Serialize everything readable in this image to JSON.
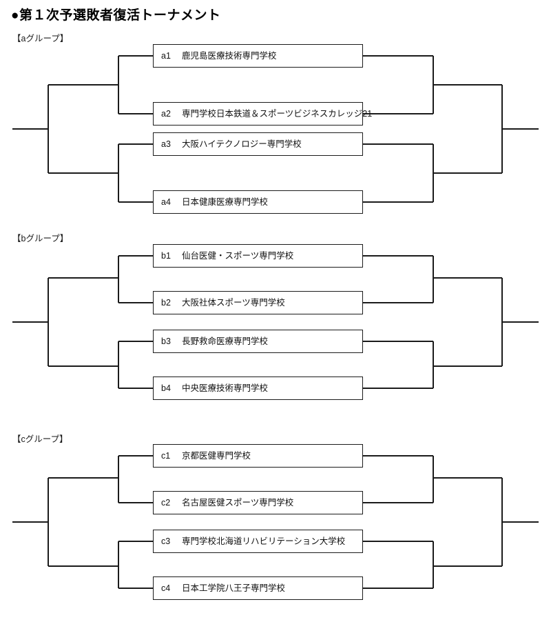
{
  "title": "●第１次予選敗者復活トーナメント",
  "groups": [
    {
      "label": "【aグループ】",
      "teams": [
        {
          "code": "a1",
          "name": "鹿児島医療技術専門学校"
        },
        {
          "code": "a2",
          "name": "専門学校日本鉄道＆スポーツビジネスカレッジ21"
        },
        {
          "code": "a3",
          "name": "大阪ハイテクノロジー専門学校"
        },
        {
          "code": "a4",
          "name": "日本健康医療専門学校"
        }
      ]
    },
    {
      "label": "【bグループ】",
      "teams": [
        {
          "code": "b1",
          "name": "仙台医健・スポーツ専門学校"
        },
        {
          "code": "b2",
          "name": "大阪社体スポーツ専門学校"
        },
        {
          "code": "b3",
          "name": "長野救命医療専門学校"
        },
        {
          "code": "b4",
          "name": "中央医療技術専門学校"
        }
      ]
    },
    {
      "label": "【cグループ】",
      "teams": [
        {
          "code": "c1",
          "name": "京都医健専門学校"
        },
        {
          "code": "c2",
          "name": "名古屋医健スポーツ専門学校"
        },
        {
          "code": "c3",
          "name": "専門学校北海道リハビリテーション大学校"
        },
        {
          "code": "c4",
          "name": "日本工学院八王子専門学校"
        }
      ]
    }
  ],
  "colors": {
    "line": "#1a1a1a",
    "text": "#111111",
    "background": "#ffffff"
  }
}
